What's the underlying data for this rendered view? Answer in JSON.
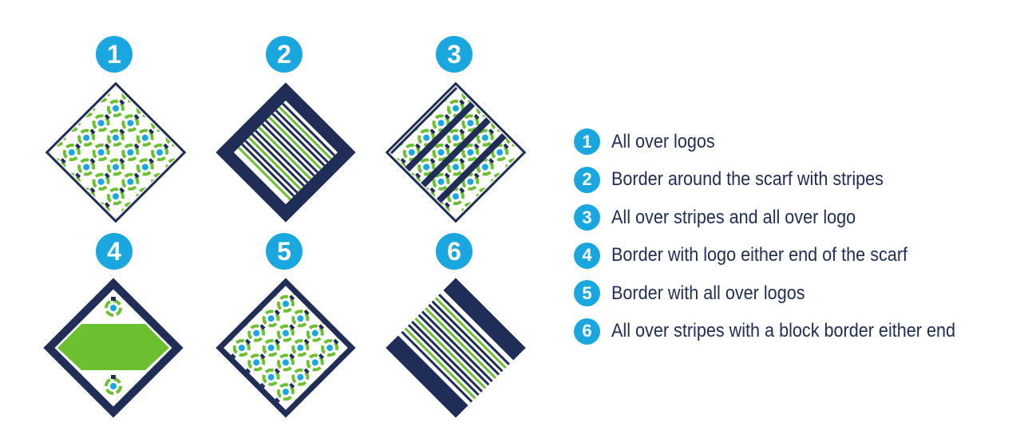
{
  "colors": {
    "badge": "#1aa7e0",
    "navy": "#1f2d57",
    "green": "#6cbf2e",
    "white": "#ffffff"
  },
  "designs": [
    {
      "number": "1",
      "pattern": "all-over-logos"
    },
    {
      "number": "2",
      "pattern": "border-with-stripes"
    },
    {
      "number": "3",
      "pattern": "stripes-and-logos"
    },
    {
      "number": "4",
      "pattern": "border-logo-ends"
    },
    {
      "number": "5",
      "pattern": "border-all-over-logos"
    },
    {
      "number": "6",
      "pattern": "stripes-block-border"
    }
  ],
  "legend": [
    {
      "number": "1",
      "text": "All over logos"
    },
    {
      "number": "2",
      "text": "Border around the scarf with stripes"
    },
    {
      "number": "3",
      "text": "All over stripes and all over logo"
    },
    {
      "number": "4",
      "text": "Border with logo either end of the scarf"
    },
    {
      "number": "5",
      "text": "Border with all over logos"
    },
    {
      "number": "6",
      "text": "All over stripes with a block border either end"
    }
  ]
}
